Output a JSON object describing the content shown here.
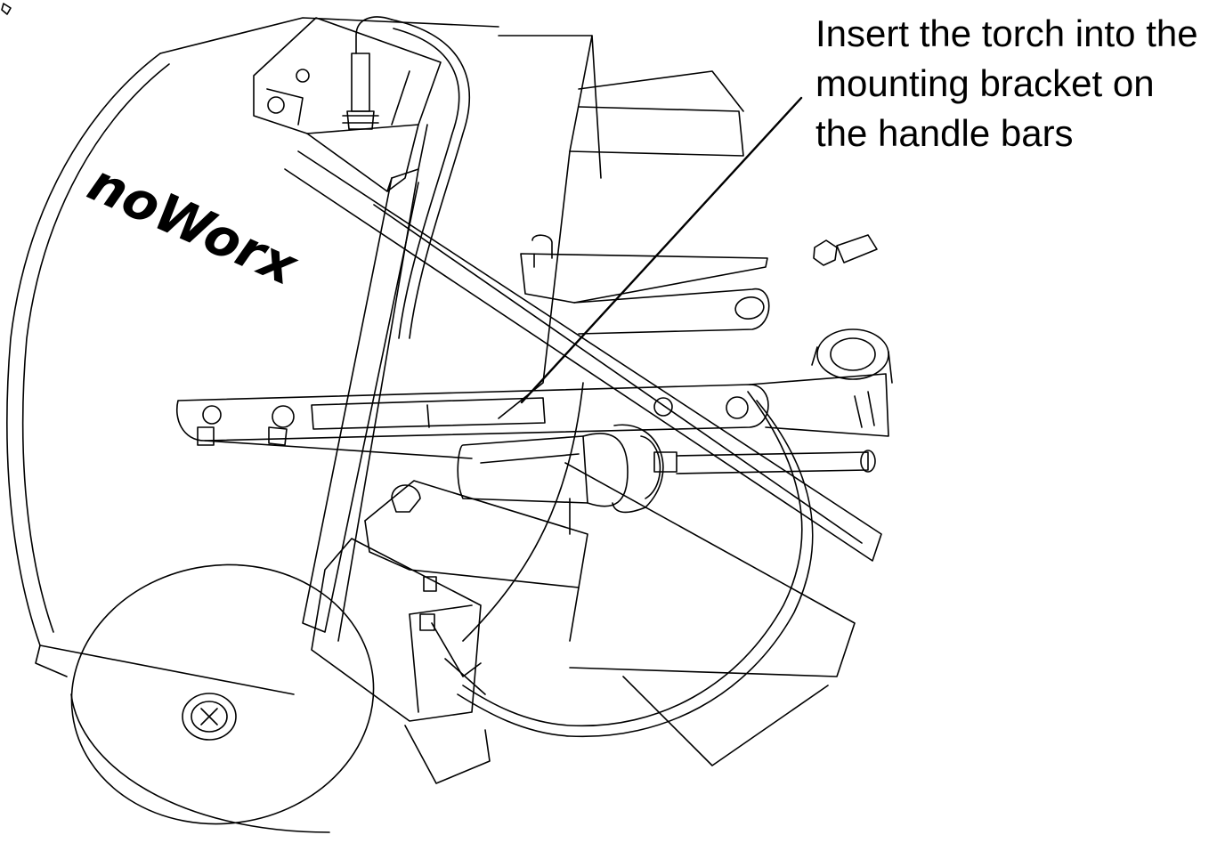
{
  "callout": {
    "lines": [
      "Insert the torch into the",
      "mounting bracket on",
      "the handle bars"
    ]
  },
  "brand": {
    "logo_text": "noWorx"
  },
  "colors": {
    "line": "#000000",
    "background": "#ffffff"
  }
}
